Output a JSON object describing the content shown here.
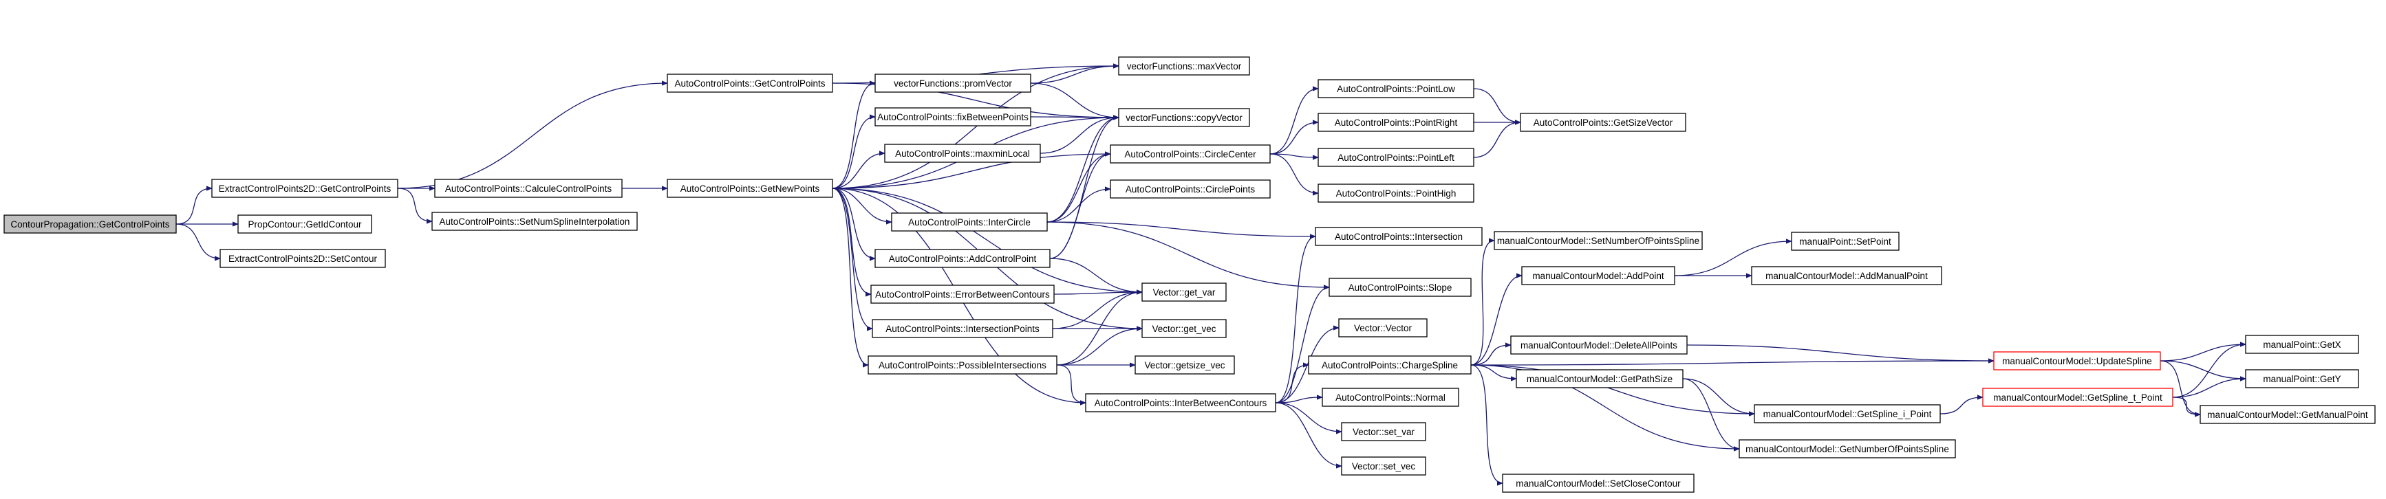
{
  "diagram": {
    "type": "call-graph",
    "colors": {
      "root_fill": "#bfbfbf",
      "node_fill": "#ffffff",
      "node_border": "#000000",
      "truncated_border": "#ff0000",
      "edge": "#191970",
      "text": "#000000",
      "background": "#ffffff"
    },
    "nodes": [
      {
        "id": "n_root",
        "label": "ContourPropagation::GetControlPoints",
        "kind": "root"
      },
      {
        "id": "n_ecp_get",
        "label": "ExtractControlPoints2D::GetControlPoints",
        "kind": "normal"
      },
      {
        "id": "n_pc_getid",
        "label": "PropContour::GetIdContour",
        "kind": "normal"
      },
      {
        "id": "n_ecp_set",
        "label": "ExtractControlPoints2D::SetContour",
        "kind": "normal"
      },
      {
        "id": "n_acp_get",
        "label": "AutoControlPoints::GetControlPoints",
        "kind": "normal"
      },
      {
        "id": "n_acp_calc",
        "label": "AutoControlPoints::CalculeControlPoints",
        "kind": "normal"
      },
      {
        "id": "n_acp_setnum",
        "label": "AutoControlPoints::SetNumSplineInterpolation",
        "kind": "normal"
      },
      {
        "id": "n_acp_newpts",
        "label": "AutoControlPoints::GetNewPoints",
        "kind": "normal"
      },
      {
        "id": "n_vf_prom",
        "label": "vectorFunctions::promVector",
        "kind": "normal"
      },
      {
        "id": "n_acp_fix",
        "label": "AutoControlPoints::fixBetweenPoints",
        "kind": "normal"
      },
      {
        "id": "n_acp_maxmin",
        "label": "AutoControlPoints::maxminLocal",
        "kind": "normal"
      },
      {
        "id": "n_acp_intercircle",
        "label": "AutoControlPoints::InterCircle",
        "kind": "normal"
      },
      {
        "id": "n_acp_addcp",
        "label": "AutoControlPoints::AddControlPoint",
        "kind": "normal"
      },
      {
        "id": "n_acp_err",
        "label": "AutoControlPoints::ErrorBetweenContours",
        "kind": "normal"
      },
      {
        "id": "n_acp_ipts",
        "label": "AutoControlPoints::IntersectionPoints",
        "kind": "normal"
      },
      {
        "id": "n_acp_possint",
        "label": "AutoControlPoints::PossibleIntersections",
        "kind": "normal"
      },
      {
        "id": "n_vf_max",
        "label": "vectorFunctions::maxVector",
        "kind": "normal"
      },
      {
        "id": "n_vf_copy",
        "label": "vectorFunctions::copyVector",
        "kind": "normal"
      },
      {
        "id": "n_acp_cc",
        "label": "AutoControlPoints::CircleCenter",
        "kind": "normal"
      },
      {
        "id": "n_acp_cp",
        "label": "AutoControlPoints::CirclePoints",
        "kind": "normal"
      },
      {
        "id": "n_acp_ibc",
        "label": "AutoControlPoints::InterBetweenContours",
        "kind": "normal"
      },
      {
        "id": "n_v_getvar",
        "label": "Vector::get_var",
        "kind": "normal"
      },
      {
        "id": "n_v_getvec",
        "label": "Vector::get_vec",
        "kind": "normal"
      },
      {
        "id": "n_v_getsize",
        "label": "Vector::getsize_vec",
        "kind": "normal"
      },
      {
        "id": "n_acp_plow",
        "label": "AutoControlPoints::PointLow",
        "kind": "normal"
      },
      {
        "id": "n_acp_pright",
        "label": "AutoControlPoints::PointRight",
        "kind": "normal"
      },
      {
        "id": "n_acp_pleft",
        "label": "AutoControlPoints::PointLeft",
        "kind": "normal"
      },
      {
        "id": "n_acp_phigh",
        "label": "AutoControlPoints::PointHigh",
        "kind": "normal"
      },
      {
        "id": "n_acp_getsize",
        "label": "AutoControlPoints::GetSizeVector",
        "kind": "normal"
      },
      {
        "id": "n_acp_inter",
        "label": "AutoControlPoints::Intersection",
        "kind": "normal"
      },
      {
        "id": "n_acp_slope",
        "label": "AutoControlPoints::Slope",
        "kind": "normal"
      },
      {
        "id": "n_v_vector",
        "label": "Vector::Vector",
        "kind": "normal"
      },
      {
        "id": "n_acp_chspline",
        "label": "AutoControlPoints::ChargeSpline",
        "kind": "normal"
      },
      {
        "id": "n_acp_normal",
        "label": "AutoControlPoints::Normal",
        "kind": "normal"
      },
      {
        "id": "n_v_setvar",
        "label": "Vector::set_var",
        "kind": "normal"
      },
      {
        "id": "n_v_setvec",
        "label": "Vector::set_vec",
        "kind": "normal"
      },
      {
        "id": "n_mcm_setnum",
        "label": "manualContourModel::SetNumberOfPointsSpline",
        "kind": "normal"
      },
      {
        "id": "n_mcm_addpt",
        "label": "manualContourModel::AddPoint",
        "kind": "normal"
      },
      {
        "id": "n_mcm_delall",
        "label": "manualContourModel::DeleteAllPoints",
        "kind": "normal"
      },
      {
        "id": "n_mcm_pathsize",
        "label": "manualContourModel::GetPathSize",
        "kind": "normal"
      },
      {
        "id": "n_mcm_spline_i",
        "label": "manualContourModel::GetSpline_i_Point",
        "kind": "normal"
      },
      {
        "id": "n_mcm_getnum",
        "label": "manualContourModel::GetNumberOfPointsSpline",
        "kind": "normal"
      },
      {
        "id": "n_mcm_setclose",
        "label": "manualContourModel::SetCloseContour",
        "kind": "normal"
      },
      {
        "id": "n_mp_setpoint",
        "label": "manualPoint::SetPoint",
        "kind": "normal"
      },
      {
        "id": "n_mcm_addmanual",
        "label": "manualContourModel::AddManualPoint",
        "kind": "normal"
      },
      {
        "id": "n_mcm_update",
        "label": "manualContourModel::UpdateSpline",
        "kind": "truncated"
      },
      {
        "id": "n_mcm_spline_t",
        "label": "manualContourModel::GetSpline_t_Point",
        "kind": "truncated"
      },
      {
        "id": "n_mp_getx",
        "label": "manualPoint::GetX",
        "kind": "normal"
      },
      {
        "id": "n_mp_gety",
        "label": "manualPoint::GetY",
        "kind": "normal"
      },
      {
        "id": "n_mcm_getmanual",
        "label": "manualContourModel::GetManualPoint",
        "kind": "normal"
      }
    ],
    "edges": [
      [
        "n_root",
        "n_ecp_get"
      ],
      [
        "n_root",
        "n_pc_getid"
      ],
      [
        "n_root",
        "n_ecp_set"
      ],
      [
        "n_ecp_get",
        "n_acp_get"
      ],
      [
        "n_ecp_get",
        "n_acp_calc"
      ],
      [
        "n_ecp_get",
        "n_acp_setnum"
      ],
      [
        "n_acp_calc",
        "n_acp_newpts"
      ],
      [
        "n_acp_get",
        "n_vf_max"
      ],
      [
        "n_acp_get",
        "n_vf_copy"
      ],
      [
        "n_acp_newpts",
        "n_vf_max"
      ],
      [
        "n_acp_newpts",
        "n_vf_prom"
      ],
      [
        "n_acp_newpts",
        "n_acp_fix"
      ],
      [
        "n_acp_newpts",
        "n_acp_maxmin"
      ],
      [
        "n_acp_newpts",
        "n_vf_copy"
      ],
      [
        "n_acp_newpts",
        "n_acp_cc"
      ],
      [
        "n_acp_newpts",
        "n_acp_intercircle"
      ],
      [
        "n_acp_newpts",
        "n_acp_addcp"
      ],
      [
        "n_acp_newpts",
        "n_acp_err"
      ],
      [
        "n_acp_newpts",
        "n_acp_ipts"
      ],
      [
        "n_acp_newpts",
        "n_acp_possint"
      ],
      [
        "n_acp_newpts",
        "n_v_getvar"
      ],
      [
        "n_acp_newpts",
        "n_v_getvec"
      ],
      [
        "n_acp_newpts",
        "n_acp_ibc"
      ],
      [
        "n_vf_prom",
        "n_vf_max"
      ],
      [
        "n_vf_prom",
        "n_vf_copy"
      ],
      [
        "n_acp_fix",
        "n_vf_copy"
      ],
      [
        "n_acp_maxmin",
        "n_vf_copy"
      ],
      [
        "n_acp_intercircle",
        "n_vf_copy"
      ],
      [
        "n_acp_intercircle",
        "n_acp_cc"
      ],
      [
        "n_acp_intercircle",
        "n_acp_cp"
      ],
      [
        "n_acp_intercircle",
        "n_acp_inter"
      ],
      [
        "n_acp_intercircle",
        "n_acp_slope"
      ],
      [
        "n_acp_addcp",
        "n_vf_copy"
      ],
      [
        "n_acp_addcp",
        "n_acp_cc"
      ],
      [
        "n_acp_addcp",
        "n_v_getvar"
      ],
      [
        "n_acp_err",
        "n_v_getvar"
      ],
      [
        "n_acp_ipts",
        "n_v_getvar"
      ],
      [
        "n_acp_ipts",
        "n_v_getvec"
      ],
      [
        "n_acp_possint",
        "n_v_getvar"
      ],
      [
        "n_acp_possint",
        "n_v_getvec"
      ],
      [
        "n_acp_possint",
        "n_v_getsize"
      ],
      [
        "n_acp_possint",
        "n_acp_ibc"
      ],
      [
        "n_acp_cc",
        "n_acp_plow"
      ],
      [
        "n_acp_cc",
        "n_acp_pright"
      ],
      [
        "n_acp_cc",
        "n_acp_pleft"
      ],
      [
        "n_acp_cc",
        "n_acp_phigh"
      ],
      [
        "n_acp_plow",
        "n_acp_getsize"
      ],
      [
        "n_acp_pright",
        "n_acp_getsize"
      ],
      [
        "n_acp_pleft",
        "n_acp_getsize"
      ],
      [
        "n_acp_ibc",
        "n_acp_inter"
      ],
      [
        "n_acp_ibc",
        "n_acp_slope"
      ],
      [
        "n_acp_ibc",
        "n_v_vector"
      ],
      [
        "n_acp_ibc",
        "n_acp_chspline"
      ],
      [
        "n_acp_ibc",
        "n_acp_normal"
      ],
      [
        "n_acp_ibc",
        "n_v_setvar"
      ],
      [
        "n_acp_ibc",
        "n_v_setvec"
      ],
      [
        "n_acp_chspline",
        "n_mcm_setnum"
      ],
      [
        "n_acp_chspline",
        "n_mcm_addpt"
      ],
      [
        "n_acp_chspline",
        "n_mcm_delall"
      ],
      [
        "n_acp_chspline",
        "n_mcm_pathsize"
      ],
      [
        "n_acp_chspline",
        "n_mcm_update"
      ],
      [
        "n_acp_chspline",
        "n_mcm_spline_i"
      ],
      [
        "n_acp_chspline",
        "n_mcm_getnum"
      ],
      [
        "n_acp_chspline",
        "n_mcm_setclose"
      ],
      [
        "n_mcm_addpt",
        "n_mp_setpoint"
      ],
      [
        "n_mcm_addpt",
        "n_mcm_addmanual"
      ],
      [
        "n_mcm_delall",
        "n_mcm_update"
      ],
      [
        "n_mcm_pathsize",
        "n_mcm_spline_i"
      ],
      [
        "n_mcm_pathsize",
        "n_mcm_getnum"
      ],
      [
        "n_mcm_spline_i",
        "n_mcm_spline_t"
      ],
      [
        "n_mcm_update",
        "n_mp_getx"
      ],
      [
        "n_mcm_update",
        "n_mp_gety"
      ],
      [
        "n_mcm_update",
        "n_mcm_getmanual"
      ],
      [
        "n_mcm_spline_t",
        "n_mp_getx"
      ],
      [
        "n_mcm_spline_t",
        "n_mp_gety"
      ],
      [
        "n_mcm_spline_t",
        "n_mcm_getmanual"
      ]
    ]
  }
}
